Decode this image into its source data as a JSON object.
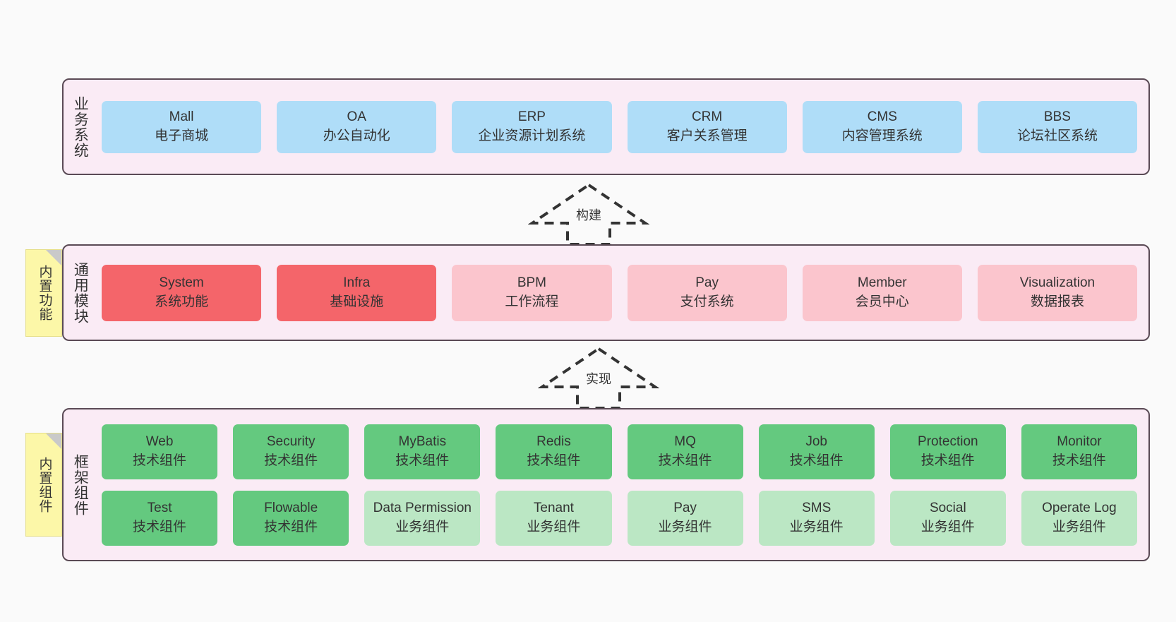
{
  "layers": [
    {
      "id": "business",
      "title": "业务系统",
      "rows": [
        {
          "cards": [
            {
              "en": "Mall",
              "cn": "电子商城",
              "color": "blue"
            },
            {
              "en": "OA",
              "cn": "办公自动化",
              "color": "blue"
            },
            {
              "en": "ERP",
              "cn": "企业资源计划系统",
              "color": "blue"
            },
            {
              "en": "CRM",
              "cn": "客户关系管理",
              "color": "blue"
            },
            {
              "en": "CMS",
              "cn": "内容管理系统",
              "color": "blue"
            },
            {
              "en": "BBS",
              "cn": "论坛社区系统",
              "color": "blue"
            }
          ]
        }
      ]
    },
    {
      "id": "common",
      "title": "通用模块",
      "rows": [
        {
          "cards": [
            {
              "en": "System",
              "cn": "系统功能",
              "color": "red"
            },
            {
              "en": "Infra",
              "cn": "基础设施",
              "color": "red"
            },
            {
              "en": "BPM",
              "cn": "工作流程",
              "color": "pink"
            },
            {
              "en": "Pay",
              "cn": "支付系统",
              "color": "pink"
            },
            {
              "en": "Member",
              "cn": "会员中心",
              "color": "pink"
            },
            {
              "en": "Visualization",
              "cn": "数据报表",
              "color": "pink"
            }
          ]
        }
      ]
    },
    {
      "id": "framework",
      "title": "框架组件",
      "rows": [
        {
          "cards": [
            {
              "en": "Web",
              "cn": "技术组件",
              "color": "green"
            },
            {
              "en": "Security",
              "cn": "技术组件",
              "color": "green"
            },
            {
              "en": "MyBatis",
              "cn": "技术组件",
              "color": "green"
            },
            {
              "en": "Redis",
              "cn": "技术组件",
              "color": "green"
            },
            {
              "en": "MQ",
              "cn": "技术组件",
              "color": "green"
            },
            {
              "en": "Job",
              "cn": "技术组件",
              "color": "green"
            },
            {
              "en": "Protection",
              "cn": "技术组件",
              "color": "green"
            },
            {
              "en": "Monitor",
              "cn": "技术组件",
              "color": "green"
            }
          ]
        },
        {
          "cards": [
            {
              "en": "Test",
              "cn": "技术组件",
              "color": "green"
            },
            {
              "en": "Flowable",
              "cn": "技术组件",
              "color": "green"
            },
            {
              "en": "Data Permission",
              "cn": "业务组件",
              "color": "lgreen"
            },
            {
              "en": "Tenant",
              "cn": "业务组件",
              "color": "lgreen"
            },
            {
              "en": "Pay",
              "cn": "业务组件",
              "color": "lgreen"
            },
            {
              "en": "SMS",
              "cn": "业务组件",
              "color": "lgreen"
            },
            {
              "en": "Social",
              "cn": "业务组件",
              "color": "lgreen"
            },
            {
              "en": "Operate Log",
              "cn": "业务组件",
              "color": "lgreen"
            }
          ]
        }
      ]
    }
  ],
  "stickies": [
    {
      "id": "common",
      "label": "内置功能"
    },
    {
      "id": "framework",
      "label": "内置组件"
    }
  ],
  "arrows": [
    {
      "id": "build",
      "label": "构建"
    },
    {
      "id": "impl",
      "label": "实现"
    }
  ],
  "colors": {
    "canvas_bg": "#FAFAFA",
    "layer_bg": "#FAEBF5",
    "layer_border": "#5A4A55",
    "blue": "#AFDDF8",
    "red": "#F4656A",
    "pink": "#FBC5CD",
    "green": "#64C97F",
    "light_green": "#BBE7C4",
    "sticky_yellow": "#FCF7A8",
    "sticky_fold": "#C9C9C9",
    "text": "#333333",
    "arrow_stroke": "#333333"
  }
}
